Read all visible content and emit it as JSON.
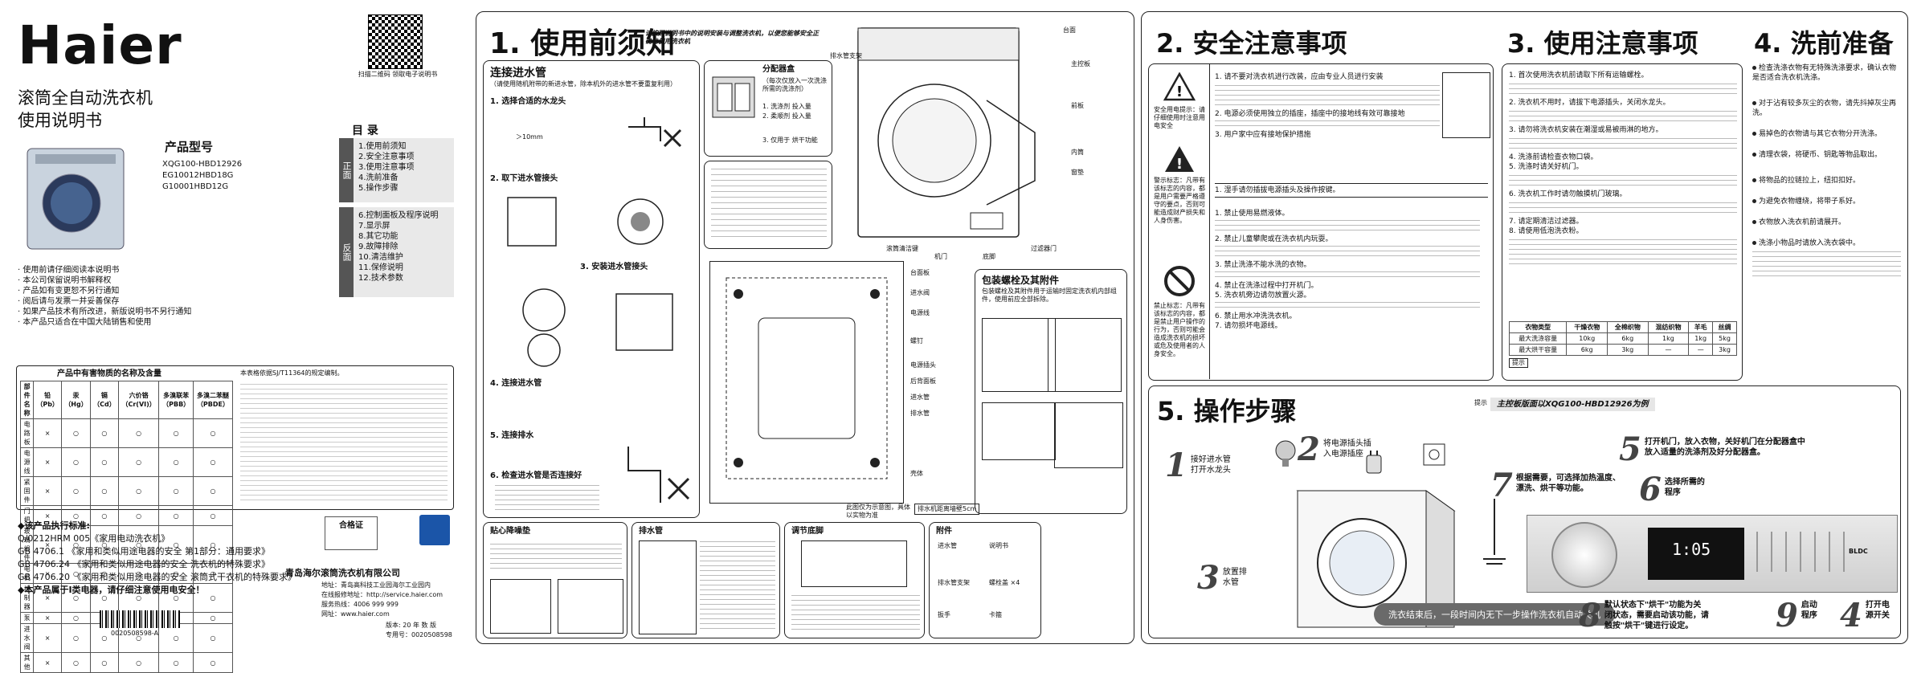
{
  "cover": {
    "brand": "Haier",
    "title_line1": "滚筒全自动洗衣机",
    "title_line2": "使用说明书",
    "model_label": "产品型号",
    "models": [
      "XQG100-HBD12926",
      "EG10012HBD18G",
      "G10001HBD12G"
    ],
    "qr_caption": "扫描二维码 领取电子说明书",
    "notes": [
      "· 使用前请仔细阅读本说明书",
      "· 本公司保留说明书解释权",
      "· 产品如有变更恕不另行通知",
      "· 阅后请与发票一并妥善保存",
      "· 如果产品技术有所改进，新版说明书不另行通知",
      "· 本产品只适合在中国大陆销售和使用"
    ],
    "toc_title": "目 录",
    "toc_group1_label": "正面",
    "toc_group2_label": "反面",
    "toc_group1": [
      "1.使用前须知",
      "2.安全注意事项",
      "3.使用注意事项",
      "4.洗前准备",
      "5.操作步骤"
    ],
    "toc_group2": [
      "6.控制面板及程序说明",
      "7.显示屏",
      "8.其它功能",
      "9.故障排除",
      "10.清洁维护",
      "11.保修说明",
      "12.技术参数"
    ],
    "hazard_table_title": "产品中有害物质的名称及含量",
    "hazard_headers": [
      "部件名称",
      "铅（Pb）",
      "汞（Hg）",
      "镉（Cd）",
      "六价铬（Cr(VI)）",
      "多溴联苯（PBB）",
      "多溴二苯醚（PBDE）"
    ],
    "hazard_rows": [
      [
        "电路板",
        "×",
        "○",
        "○",
        "○",
        "○",
        "○"
      ],
      [
        "电源线",
        "×",
        "○",
        "○",
        "○",
        "○",
        "○"
      ],
      [
        "紧固件",
        "×",
        "○",
        "○",
        "○",
        "○",
        "○"
      ],
      [
        "门把",
        "×",
        "○",
        "○",
        "○",
        "○",
        "○"
      ],
      [
        "玻璃组件",
        "×",
        "○",
        "○",
        "○",
        "○",
        "○"
      ],
      [
        "电机",
        "×",
        "○",
        "○",
        "○",
        "○",
        "○"
      ],
      [
        "控制器",
        "×",
        "○",
        "○",
        "○",
        "○",
        "○"
      ],
      [
        "泵",
        "×",
        "○",
        "○",
        "○",
        "○",
        "○"
      ],
      [
        "进水阀",
        "×",
        "○",
        "○",
        "○",
        "○",
        "○"
      ],
      [
        "其他",
        "×",
        "○",
        "○",
        "○",
        "○",
        "○"
      ]
    ],
    "hazard_note_title": "本表格依据SJ/T11364的规定编制。",
    "standards_title": "◆该产品执行标准:",
    "standards": [
      "Q/0212HRM 005《家用电动洗衣机》",
      "GB 4706.1 《家用和类似用途电器的安全 第1部分：通用要求》",
      "GB 4706.24 《家用和类似用途电器的安全 洗衣机的特殊要求》",
      "GB 4706.20 《家用和类似用途电器的安全 滚筒式干衣机的特殊要求》"
    ],
    "class_note": "◆本产品属于Ⅰ类电器，请仔细注意使用电安全！",
    "cert_label": "合格证",
    "company": "青岛海尔滚筒洗衣机有限公司",
    "address": "地址：青岛高科技工业园海尔工业园内",
    "website": "在线报修地址：http://service.haier.com",
    "hotline": "服务热线：4006 999 999",
    "site2": "网址：www.haier.com",
    "version": "版本: 20 年 数 版",
    "code": "专用号：0020508598",
    "barcode_text": "0020508598-A"
  },
  "sec1": {
    "title": "1. 使用前须知",
    "intro": "请按照说明书中的说明安装与调整洗衣机，以便您能够安全正确地使用洗衣机",
    "inlet_title": "连接进水管",
    "inlet_note": "（请使用随机附带的新进水管，除本机外的进水管不要重复利用）",
    "step1": "1. 选择合适的水龙头",
    "step2": "2. 取下进水管接头",
    "step3": "3. 安装进水管接头",
    "step4": "4. 连接进水管",
    "step5": "5. 连接排水",
    "step6": "6. 检查进水管是否连接好",
    "dim_10mm": "＞10mm",
    "dispenser_title": "分配器盒",
    "dispenser_note": "（每次仅放入一次洗涤所需的洗涤剂）",
    "dispenser_items": [
      "1. 洗涤剂   投入量",
      "2. 柔顺剂   投入量",
      "3. 仅用于 烘干功能"
    ],
    "parts": [
      "台面",
      "主控板",
      "前板",
      "内筒",
      "窗垫",
      "过滤器门",
      "机门",
      "底脚",
      "滚筒清洁键"
    ],
    "back_parts": [
      "台面板",
      "进水阀",
      "电源线",
      "螺钉",
      "电源插头",
      "后背面板",
      "进水管",
      "排水管",
      "壳体"
    ],
    "drain_hose_label": "排水管支架",
    "note_height": "此图仅为示意图，具体以实物为准",
    "drain_height": "排水机距离墙壁5cm",
    "packaging_title": "包装螺栓及其附件",
    "packaging_text": "包装螺栓及其附件用于运输时固定洗衣机内部组件，使用前应全部拆除。",
    "tips_title": "贴心降噪垫",
    "drain_title": "排水管",
    "feet_title": "调节底脚",
    "accessory_title": "附件",
    "accessory_items": [
      "进水管",
      "说明书",
      "排水管支架",
      "螺栓盖 ×4",
      "扳手",
      "卡箍"
    ]
  },
  "sec2": {
    "title": "2. 安全注意事项",
    "safety_intro": "安全用电提示：请仔细使用时注意用电安全",
    "warning_label": "警示标志：凡带有该标志的内容，都是用户需要严格遵守的要点，否则可能造成财产损失和人身伤害。",
    "prohibit_label": "禁止标志：凡带有该标志的内容，都是禁止用户操作的行为，否则可能会造成洗衣机的损坏或危及使用者的人身安全。",
    "warnings": [
      "1. 请不要对洗衣机进行改装，应由专业人员进行安装",
      "2. 电源必须使用独立的插座，插座中的接地线有效可靠接地",
      "3. 用户家中应有接地保护措施"
    ],
    "notice_line": "1. 湿手请勿插拔电源插头及操作按键。",
    "prohibits": [
      "1. 禁止使用易燃液体。",
      "2. 禁止儿童攀爬或在洗衣机内玩耍。",
      "3. 禁止洗涤不能水洗的衣物。",
      "4. 禁止在洗涤过程中打开机门。",
      "5. 洗衣机旁边请勿放置火源。",
      "6. 禁止用水冲洗洗衣机。",
      "7. 请勿损坏电源线。"
    ]
  },
  "sec3": {
    "title": "3. 使用注意事项",
    "items": [
      "1. 首次使用洗衣机前请取下所有运输螺栓。",
      "2. 洗衣机不用时，请拔下电源插头，关闭水龙头。",
      "3. 请勿将洗衣机安装在潮湿或易被雨淋的地方。",
      "4. 洗涤前请检查衣物口袋。",
      "5. 洗涤时请关好机门。",
      "6. 洗衣机工作时请勿触摸机门玻璃。",
      "7. 请定期清洁过滤器。",
      "8. 请使用低泡洗衣粉。"
    ],
    "table_headers": [
      "衣物类型",
      "干燥衣物",
      "全棉织物",
      "混纺织物",
      "羊毛",
      "丝绸"
    ],
    "table_rows": [
      [
        "最大洗涤容量",
        "10kg",
        "6kg",
        "1kg",
        "1kg",
        "5kg"
      ],
      [
        "最大烘干容量",
        "6kg",
        "3kg",
        "—",
        "—",
        "3kg"
      ]
    ],
    "tip_label": "提示"
  },
  "sec4": {
    "title": "4. 洗前准备",
    "items": [
      "检查洗涤衣物有无特殊洗涤要求，确认衣物是否适合洗衣机洗涤。",
      "对于沾有较多灰尘的衣物，请先抖掉灰尘再洗。",
      "易掉色的衣物请与其它衣物分开洗涤。",
      "清理衣袋，将硬币、钥匙等物品取出。",
      "将物品的拉链拉上，纽扣扣好。",
      "为避免衣物缠绕，将带子系好。",
      "衣物放入洗衣机前请展开。",
      "洗涤小物品时请放入洗衣袋中。"
    ]
  },
  "sec5": {
    "title": "5. 操作步骤",
    "tip": "提示",
    "model_note": "主控板版面以XQG100-HBD12926为例",
    "steps": [
      {
        "n": "1",
        "text": "接好进水管\n打开水龙头"
      },
      {
        "n": "2",
        "text": "将电源插头插\n入电源插座"
      },
      {
        "n": "3",
        "text": "放置排\n水管"
      },
      {
        "n": "4",
        "text": "打开电\n源开关"
      },
      {
        "n": "5",
        "text": "打开机门，放入衣物，关好机门在分配器盒中\n放入适量的洗涤剂及好分配器盒。"
      },
      {
        "n": "6",
        "text": "选择所需的\n程序"
      },
      {
        "n": "7",
        "text": "根据需要，可选择加热温度、\n漂洗、烘干等功能。"
      },
      {
        "n": "8",
        "text": "默认状态下\"烘干\"功能为关\n闭状态，需要启动该功能，请\n触按\"烘干\"键进行设定。"
      },
      {
        "n": "9",
        "text": "启动\n程序"
      }
    ],
    "footer": "洗衣结束后，一段时间内无下一步操作洗衣机自动关机",
    "display_time": "1:05",
    "panel_brand": "BLDC"
  },
  "colors": {
    "dark_band": "#555555",
    "light_band": "#e9e9e9",
    "line": "#222222"
  }
}
